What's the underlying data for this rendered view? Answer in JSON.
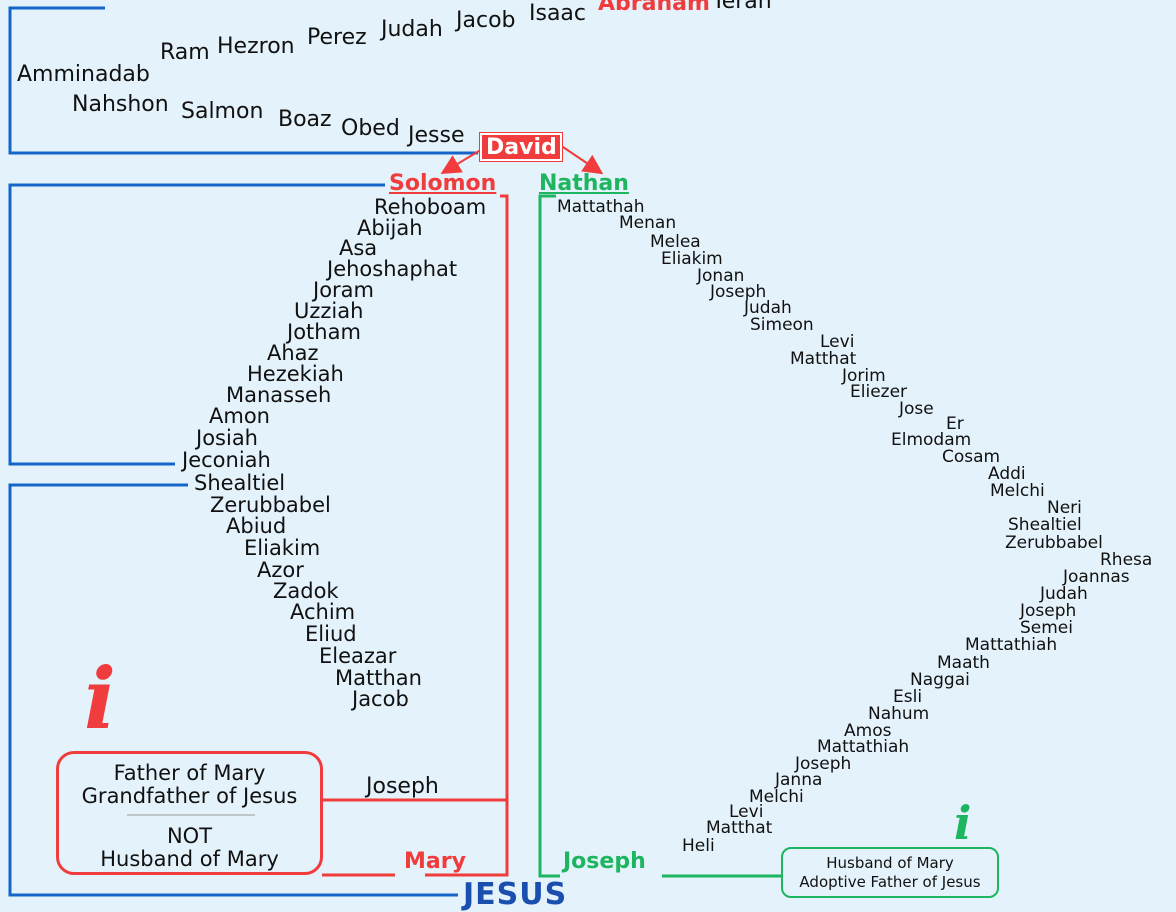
{
  "patriarchs": [
    "Terah",
    "Abraham",
    "Isaac",
    "Jacob",
    "Judah",
    "Perez",
    "Hezron",
    "Ram",
    "Amminadab",
    "Nahshon",
    "Salmon",
    "Boaz",
    "Obed",
    "Jesse",
    "David"
  ],
  "solomon_line": {
    "head": "Solomon",
    "names": [
      "Rehoboam",
      "Abijah",
      "Asa",
      "Jehoshaphat",
      "Joram",
      "Uzziah",
      "Jotham",
      "Ahaz",
      "Hezekiah",
      "Manasseh",
      "Amon",
      "Josiah",
      "Jeconiah",
      "Shealtiel",
      "Zerubbabel",
      "Abiud",
      "Eliakim",
      "Azor",
      "Zadok",
      "Achim",
      "Eliud",
      "Eleazar",
      "Matthan",
      "Jacob"
    ],
    "joseph": "Joseph",
    "mary": "Mary"
  },
  "nathan_line": {
    "head": "Nathan",
    "names": [
      "Mattathah",
      "Menan",
      "Melea",
      "Eliakim",
      "Jonan",
      "Joseph",
      "Judah",
      "Simeon",
      "Levi",
      "Matthat",
      "Jorim",
      "Eliezer",
      "Jose",
      "Er",
      "Elmodam",
      "Cosam",
      "Addi",
      "Melchi",
      "Neri",
      "Shealtiel",
      "Zerubbabel",
      "Rhesa",
      "Joannas",
      "Judah",
      "Joseph",
      "Semei",
      "Mattathiah",
      "Maath",
      "Naggai",
      "Esli",
      "Nahum",
      "Amos",
      "Mattathiah",
      "Joseph",
      "Janna",
      "Melchi",
      "Levi",
      "Matthat",
      "Heli"
    ],
    "joseph": "Joseph"
  },
  "jesus": "JESUS",
  "info_left": {
    "icon": "i",
    "line1": "Father of Mary",
    "line2": "Grandfather of Jesus",
    "not": "NOT",
    "line3": "Husband of Mary"
  },
  "info_right": {
    "icon": "i",
    "line1": "Husband of Mary",
    "line2": "Adoptive Father of Jesus"
  },
  "colors": {
    "blue": "#1565c8",
    "red": "#f03c3c",
    "green": "#1db55f",
    "jesus_blue": "#1a4fb0",
    "bg": "#e4f2fb"
  }
}
